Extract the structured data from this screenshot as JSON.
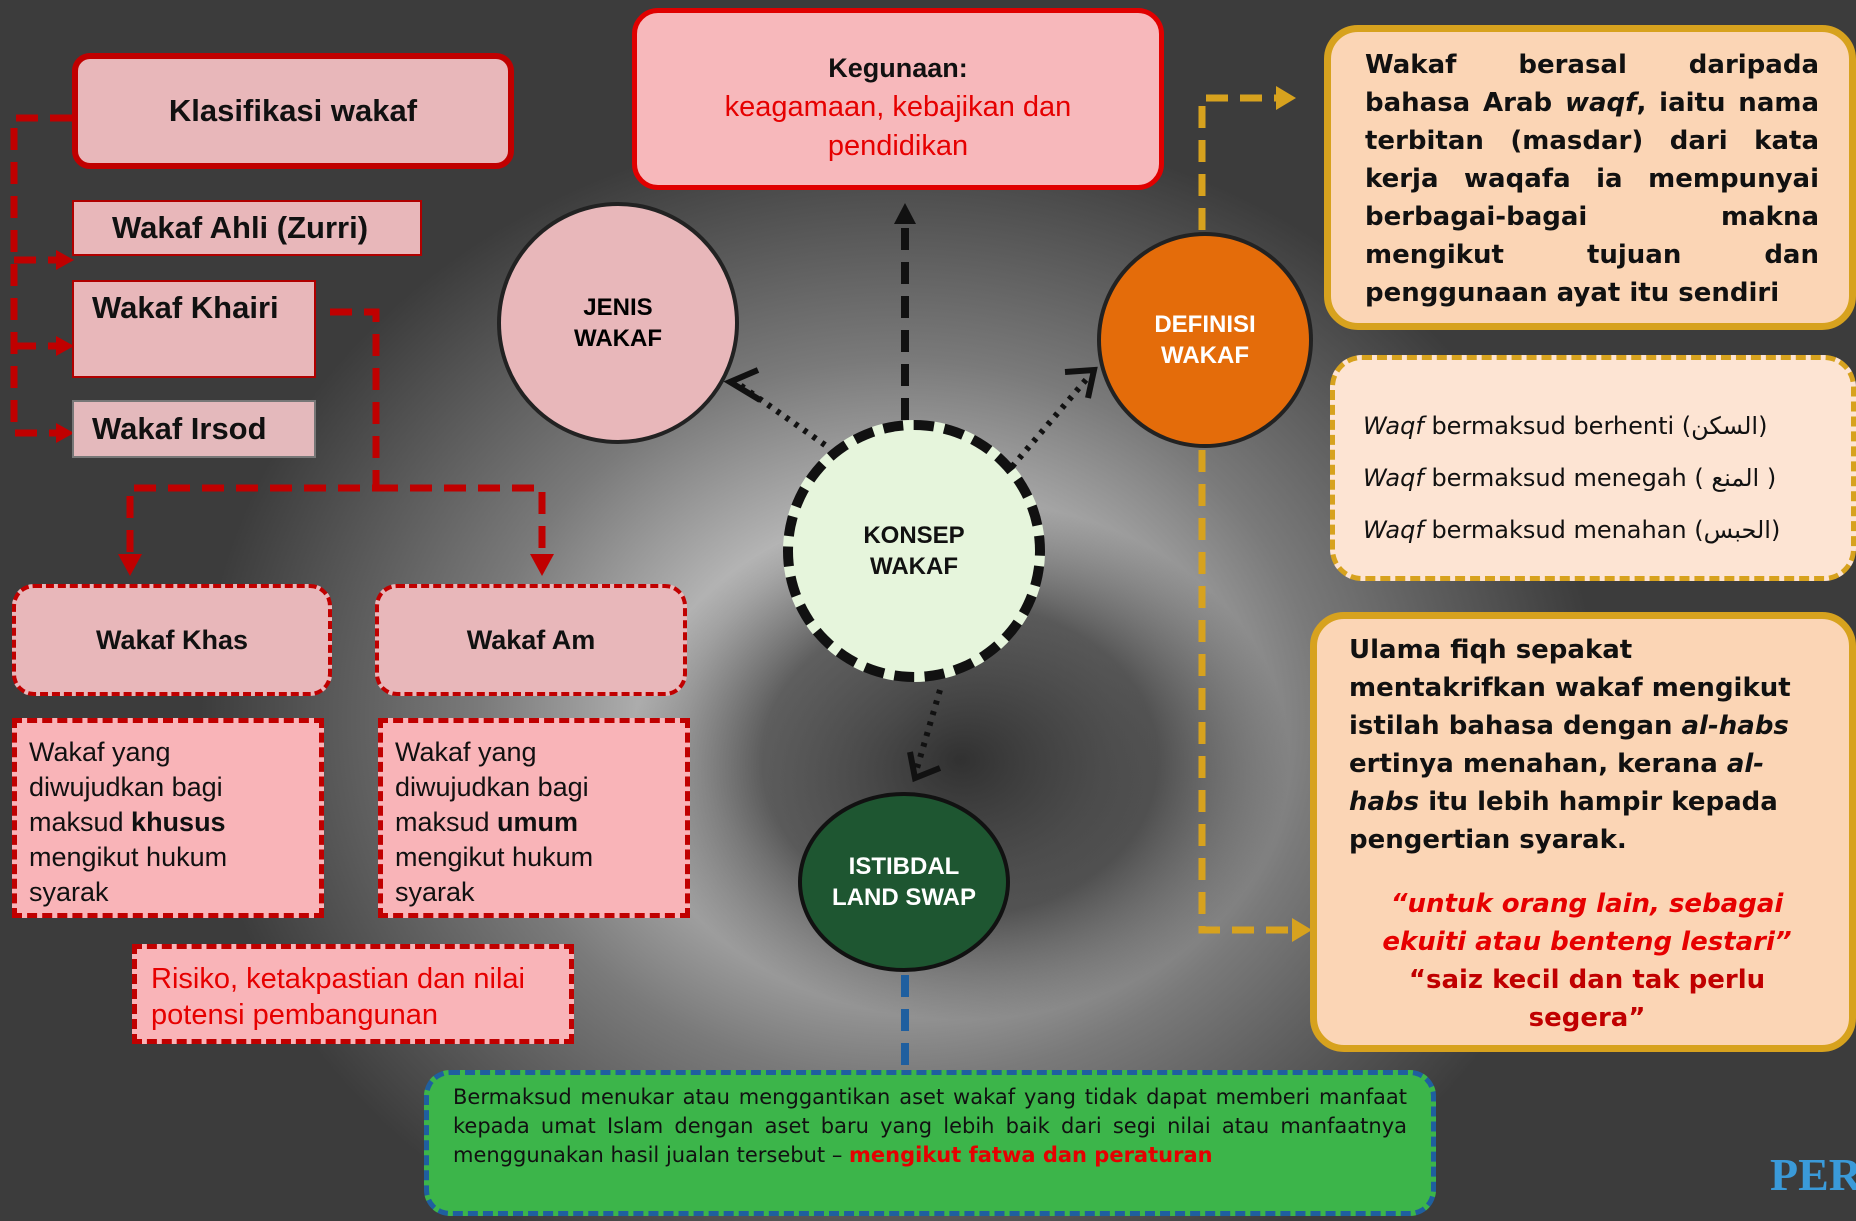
{
  "klasifikasi": "Klasifikasi  wakaf",
  "wakaf_ahli": "Wakaf Ahli (Zurri)",
  "wakaf_khairi": "Wakaf Khairi",
  "wakaf_irsod": "Wakaf Irsod",
  "wakaf_khas": "Wakaf Khas",
  "wakaf_am": "Wakaf Am",
  "khas_desc": {
    "a": "Wakaf yang diwujudkan bagi maksud ",
    "b": "khusus",
    "c": " mengikut hukum syarak"
  },
  "am_desc": {
    "a": "Wakaf yang diwujudkan bagi maksud ",
    "b": "umum",
    "c": " mengikut hukum syarak"
  },
  "risiko": "Risiko, ketakpastian dan nilai potensi pembangunan",
  "kegunaan": {
    "title": "Kegunaan:",
    "text": "keagamaan, kebajikan dan pendidikan"
  },
  "jenis": [
    "JENIS",
    "WAKAF"
  ],
  "definisi": [
    "DEFINISI",
    "WAKAF"
  ],
  "konsep": [
    "KONSEP",
    "WAKAF"
  ],
  "istibdal": [
    "ISTIBDAL",
    "LAND SWAP"
  ],
  "def_box": {
    "a": "Wakaf berasal daripada bahasa Arab ",
    "b": "waqf",
    "c": ", iaitu nama terbitan (masdar) dari kata kerja waqafa ia mempunyai berbagai-bagai makna mengikut tujuan dan penggunaan ayat itu sendiri"
  },
  "meanings": [
    {
      "w": "Waqf",
      "t": " bermaksud berhenti (السكن)"
    },
    {
      "w": "Waqf",
      "t": " bermaksud menegah ( المنع )"
    },
    {
      "w": "Waqf",
      "t": " bermaksud menahan (الحبس)"
    }
  ],
  "ulama": {
    "a": "Ulama fiqh sepakat mentakrifkan wakaf mengikut istilah bahasa dengan ",
    "b": "al-habs",
    "c": " ertinya menahan, kerana ",
    "d": "al-habs",
    "e": " itu lebih hampir kepada pengertian syarak.",
    "q1": "“untuk orang lain, sebagai ekuiti atau benteng lestari”",
    "q2": "“saiz kecil  dan tak perlu segera”"
  },
  "istibdal_desc": {
    "a": "Bermaksud menukar atau menggantikan aset wakaf yang tidak dapat memberi manfaat kepada umat Islam dengan aset baru yang lebih baik dari segi nilai atau manfaatnya menggunakan hasil jualan tersebut – ",
    "b": "mengikut fatwa dan peraturan"
  },
  "logo": "PER"
}
